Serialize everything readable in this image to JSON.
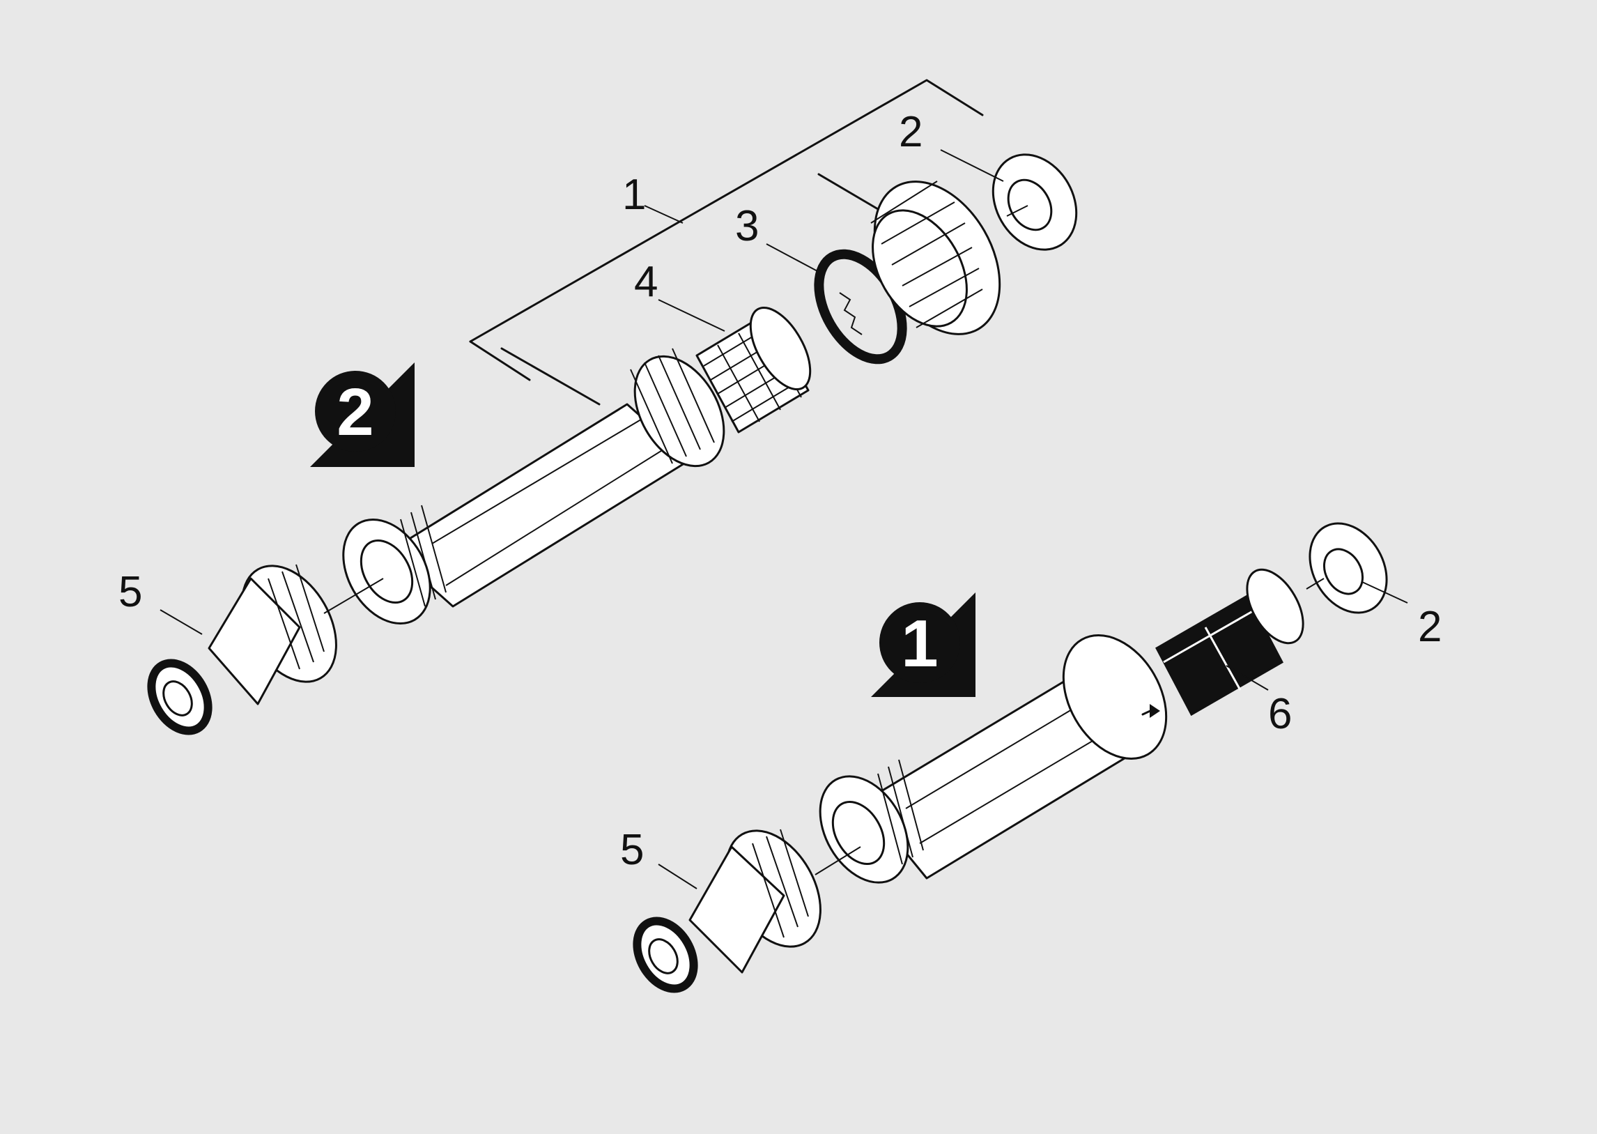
{
  "badges": [
    {
      "id": "variant-2",
      "text": "2"
    },
    {
      "id": "variant-1",
      "text": "1"
    }
  ],
  "labels": {
    "assembly": "1",
    "washer_top": "2",
    "o_ring": "3",
    "mesh_filter": "4",
    "coupling_top": "5",
    "washer_bottom": "2",
    "cartridge": "6",
    "coupling_bottom": "5"
  },
  "colors": {
    "background": "#e8e8e8",
    "line": "#111111",
    "part_fill": "#ffffff"
  }
}
